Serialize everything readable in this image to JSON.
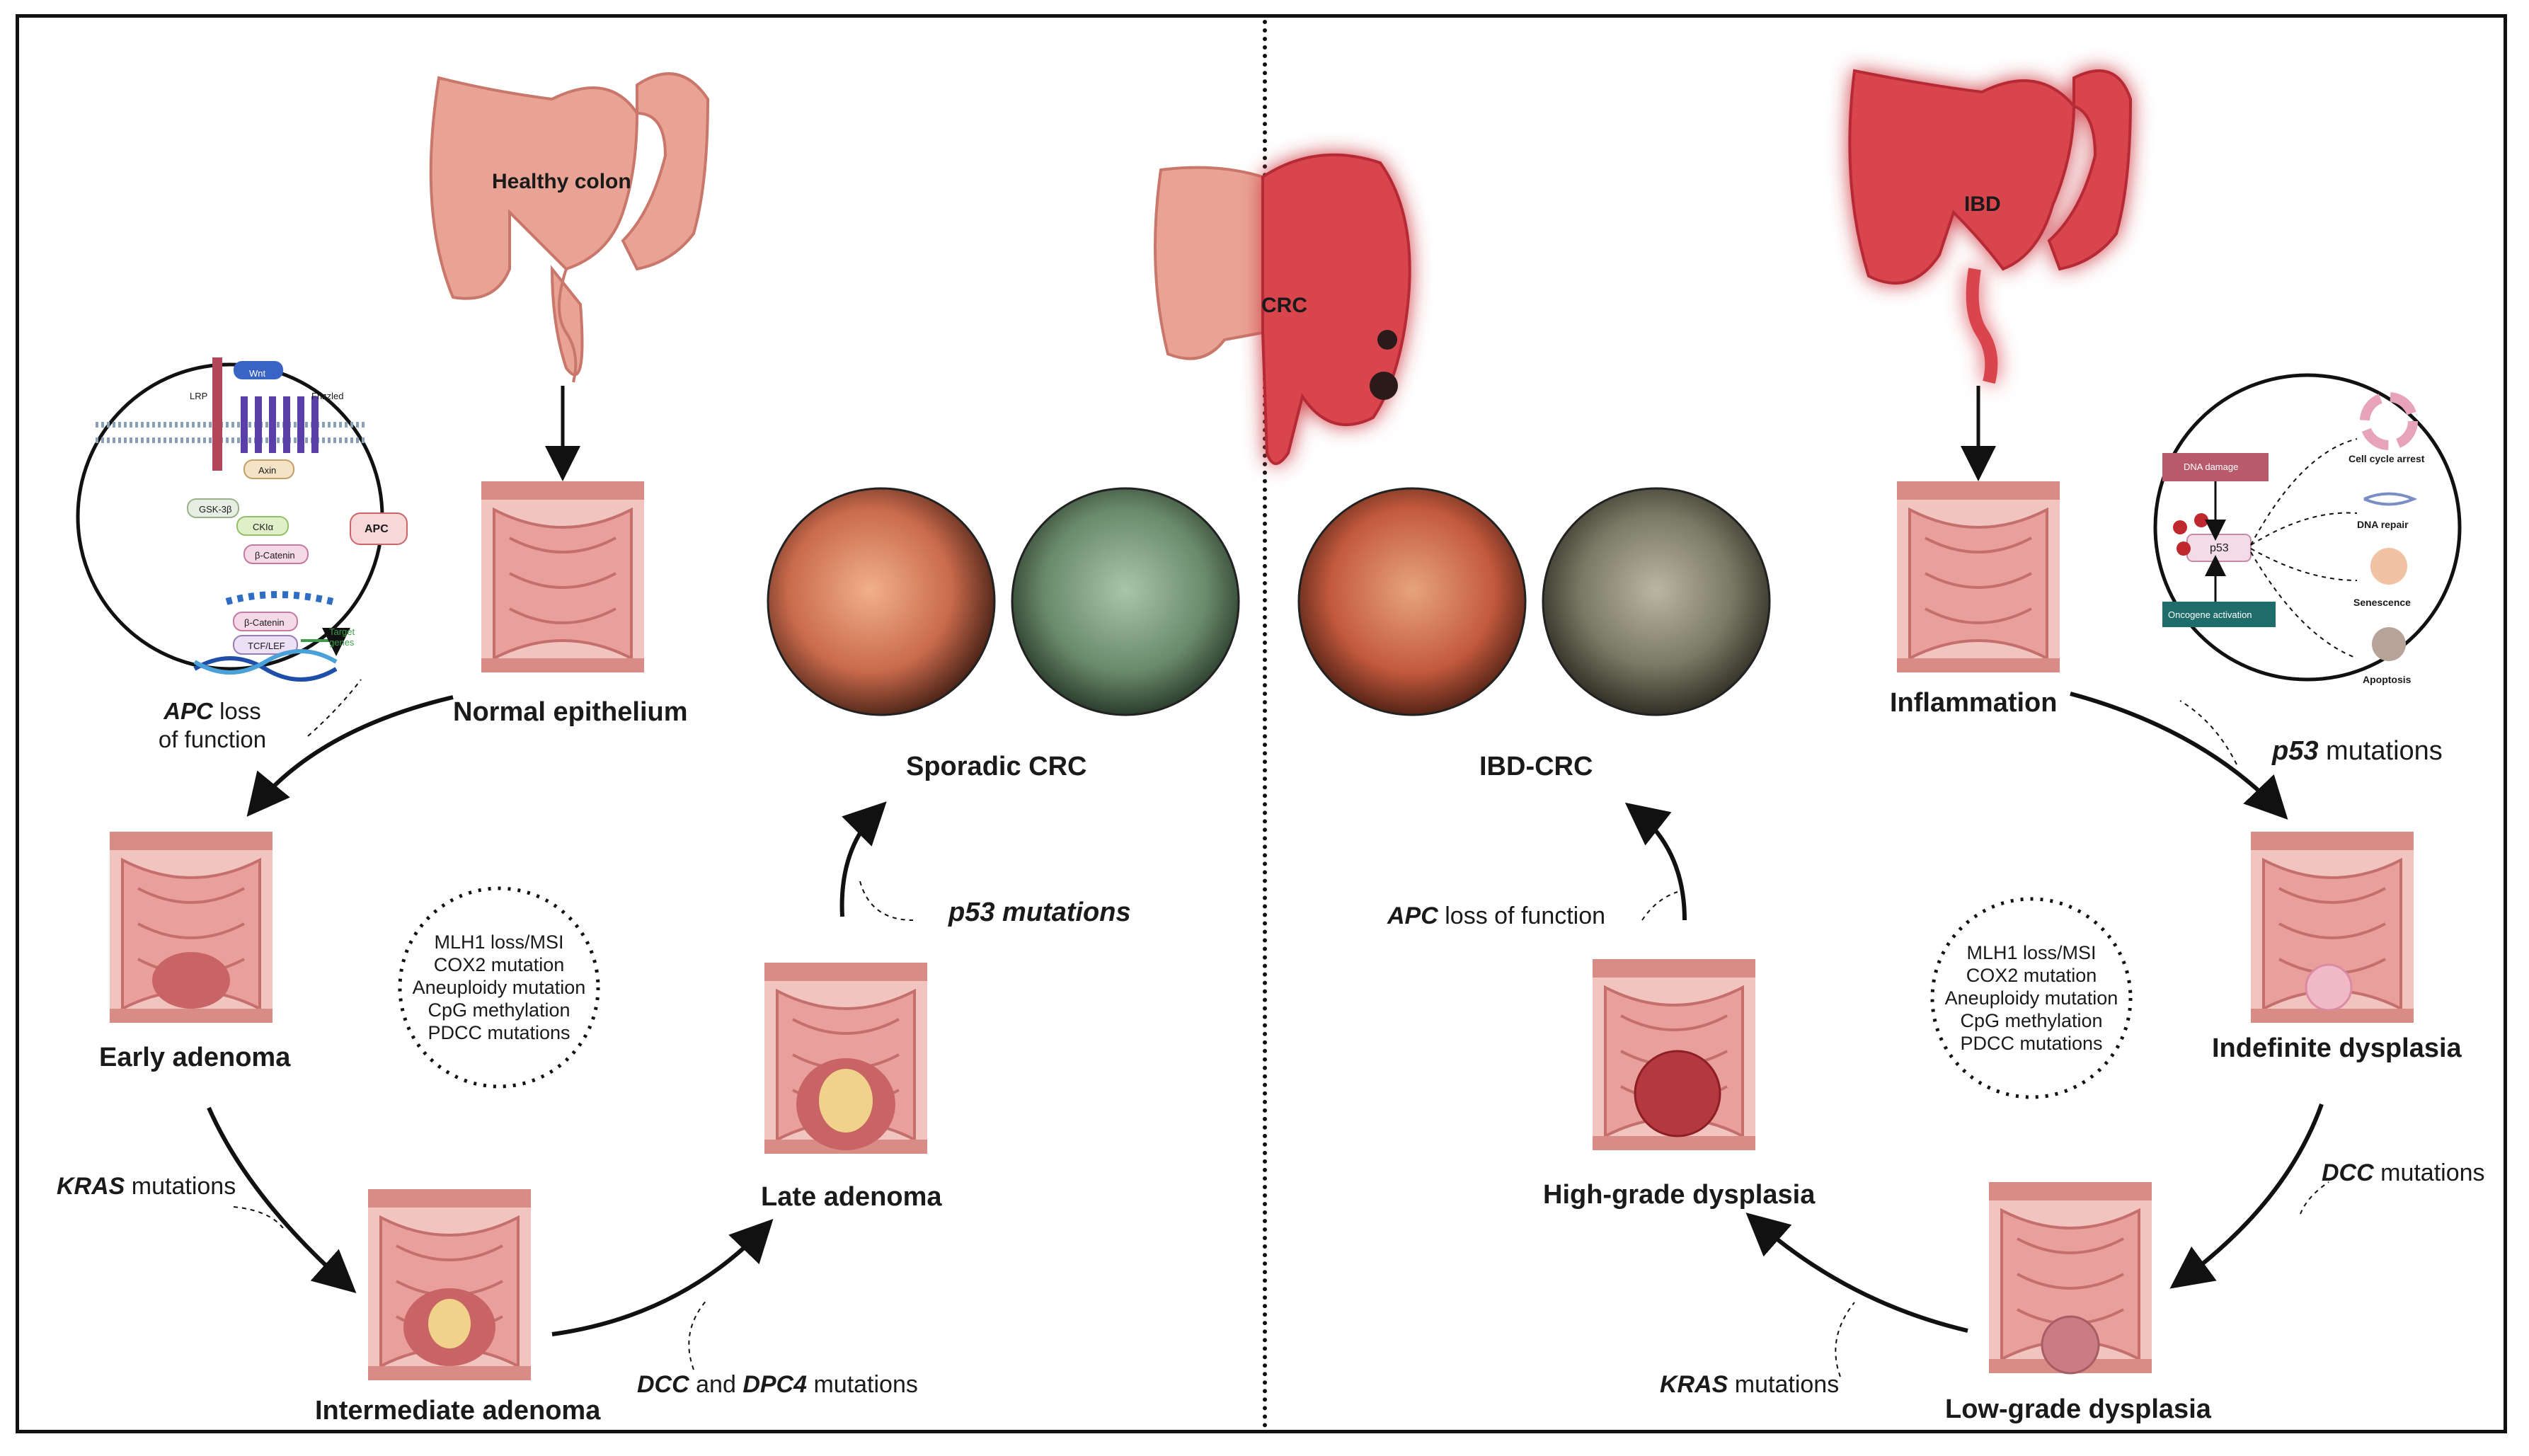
{
  "colons": {
    "healthy": "Healthy colon",
    "crc": "CRC",
    "ibd": "IBD"
  },
  "left": {
    "normal": "Normal epithelium",
    "early": "Early adenoma",
    "intermediate": "Intermediate adenoma",
    "late": "Late adenoma",
    "sporadic": "Sporadic CRC",
    "apc_gene": "APC",
    "apc_rest1": "loss",
    "apc_rest2": "of function",
    "kras_gene": "KRAS",
    "kras_rest": "mutations",
    "dcc_gene": "DCC",
    "and": "and",
    "dpc4_gene": "DPC4",
    "dpc_rest": "mutations",
    "p53_gene": "p53",
    "p53_rest": "mutations",
    "pathway": {
      "wnt": "Wnt",
      "lrp": "LRP",
      "frizzled": "Frizzled",
      "axin": "Axin",
      "gsk": "GSK-3β",
      "ck": "CKIα",
      "apc": "APC",
      "bcat1": "β-Catenin",
      "bcat2": "β-Catenin",
      "tcf": "TCF/LEF",
      "target": "Target genes"
    }
  },
  "middle_list": {
    "items": [
      "MLH1 loss/MSI",
      "COX2 mutation",
      "Aneuploidy mutation",
      "CpG methylation",
      "PDCC mutations"
    ]
  },
  "right": {
    "inflammation": "Inflammation",
    "indefinite": "Indefinite dysplasia",
    "low": "Low-grade dysplasia",
    "high": "High-grade dysplasia",
    "ibdcrc": "IBD-CRC",
    "p53_gene": "p53",
    "p53_rest": "mutations",
    "dcc_gene": "DCC",
    "dcc_rest": "mutations",
    "kras_gene": "KRAS",
    "kras_rest": "mutations",
    "apc_gene": "APC",
    "apc_rest": "loss of function",
    "p53_panel": {
      "damage": "DNA damage",
      "p53": "p53",
      "oncogene": "Oncogene activation",
      "arrest": "Cell cycle arrest",
      "repair": "DNA repair",
      "senescence": "Senescence",
      "apoptosis": "Apoptosis"
    }
  },
  "colors": {
    "healthy_colon": "#e9a394",
    "ibd_colon": "#d9454d",
    "tissue": "#e8a3a0",
    "arrow": "#111111"
  }
}
